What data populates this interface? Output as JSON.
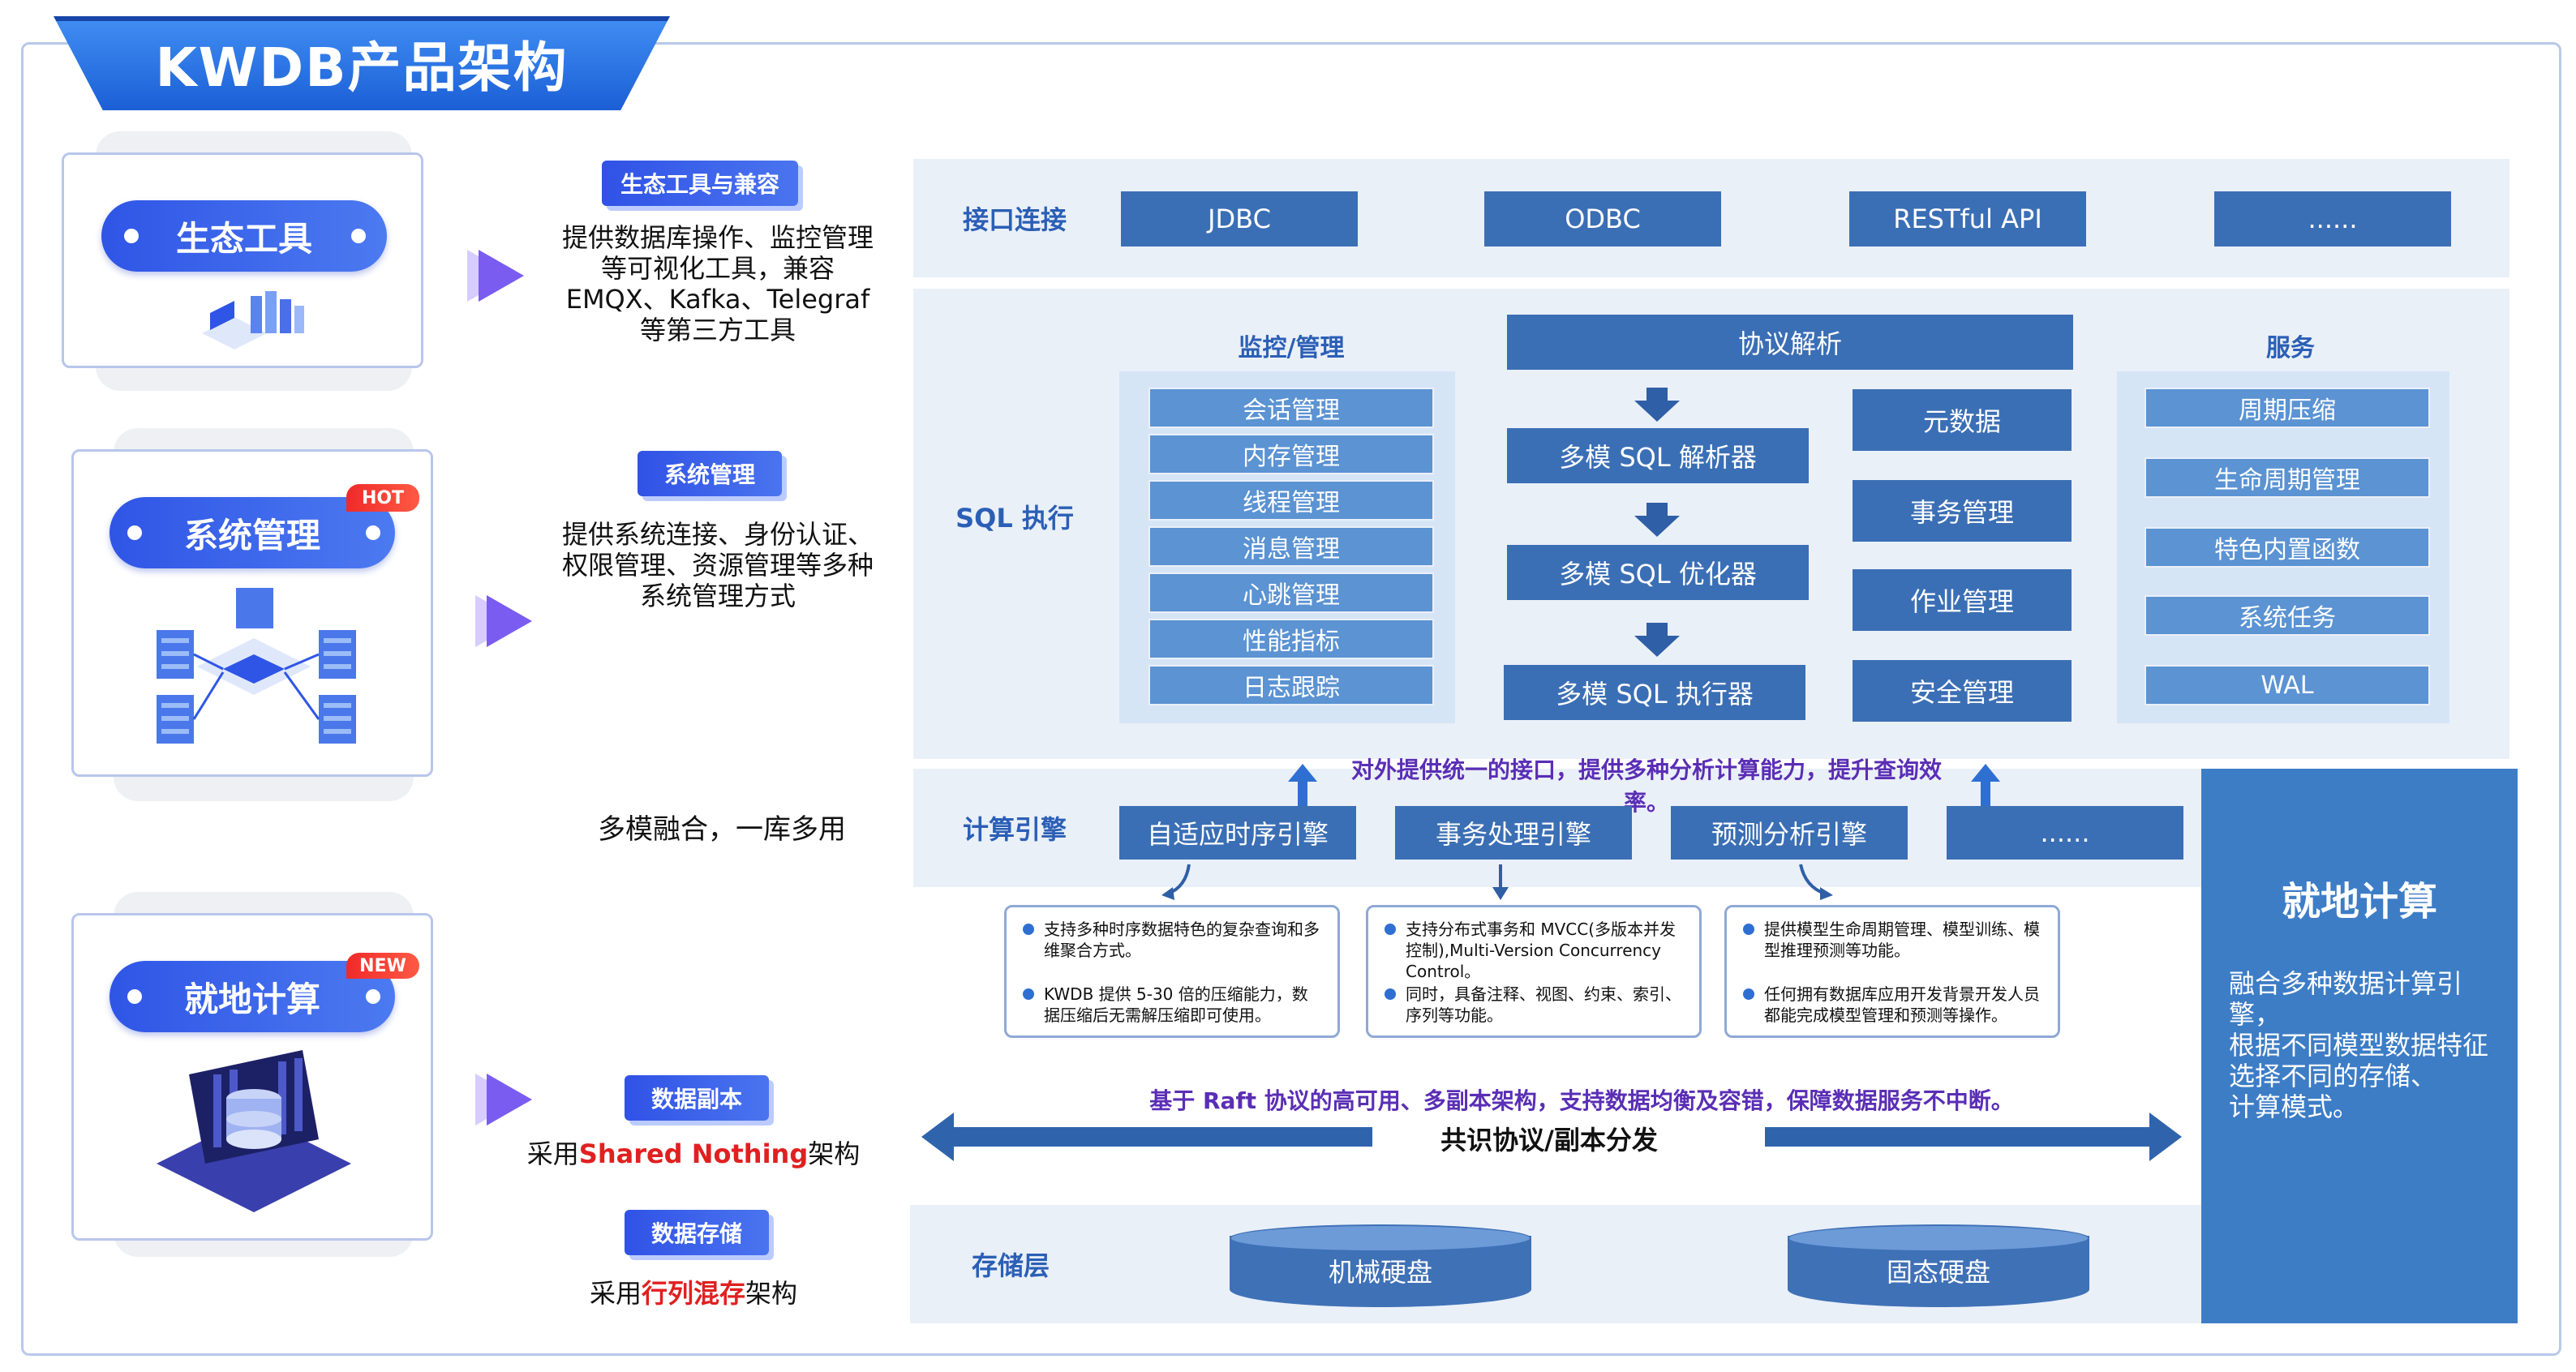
{
  "title": "KWDB产品架构",
  "left_cards": {
    "ecosystem": {
      "label": "生态工具"
    },
    "system": {
      "label": "系统管理",
      "badge": "HOT"
    },
    "edge": {
      "label": "就地计算",
      "badge": "NEW"
    }
  },
  "middle": {
    "ecosystem_tag": "生态工具与兼容",
    "ecosystem_desc": [
      "提供数据库操作、监控管理",
      "等可视化工具，兼容",
      "EMQX、Kafka、Telegraf",
      "等第三方工具"
    ],
    "system_tag": "系统管理",
    "system_desc": [
      "提供系统连接、身份认证、",
      "权限管理、资源管理等多种",
      "系统管理方式"
    ],
    "fusion_text": "多模融合，一库多用",
    "replica_tag": "数据副本",
    "replica_desc": {
      "prefix": "采用",
      "highlight": "Shared Nothing",
      "suffix": "架构"
    },
    "storage_tag": "数据存储",
    "storage_desc": {
      "prefix": "采用",
      "highlight": "行列混存",
      "suffix": "架构"
    }
  },
  "interface": {
    "label": "接口连接",
    "items": [
      "JDBC",
      "ODBC",
      "RESTful API",
      "......"
    ]
  },
  "sql": {
    "label": "SQL 执行",
    "monitor": {
      "title": "监控/管理",
      "items": [
        "会话管理",
        "内存管理",
        "线程管理",
        "消息管理",
        "心跳管理",
        "性能指标",
        "日志跟踪"
      ]
    },
    "protocol": "协议解析",
    "pipeline": [
      "多模 SQL 解析器",
      "多模 SQL 优化器",
      "多模 SQL 执行器"
    ],
    "side": [
      "元数据",
      "事务管理",
      "作业管理",
      "安全管理"
    ],
    "service": {
      "title": "服务",
      "items": [
        "周期压缩",
        "生命周期管理",
        "特色内置函数",
        "系统任务",
        "WAL"
      ]
    }
  },
  "compute": {
    "label": "计算引擎",
    "banner": "对外提供统一的接口，提供多种分析计算能力，提升查询效率。",
    "engines": [
      "自适应时序引擎",
      "事务处理引擎",
      "预测分析引擎",
      "......"
    ],
    "notes": [
      [
        "支持多种时序数据特色的复杂查询和多维聚合方式。",
        "KWDB 提供 5-30 倍的压缩能力，数据压缩后无需解压缩即可使用。"
      ],
      [
        "支持分布式事务和 MVCC(多版本并发控制),Multi-Version Concurrency Control。",
        "同时，具备注释、视图、约束、索引、序列等功能。"
      ],
      [
        "提供模型生命周期管理、模型训练、模型推理预测等功能。",
        "任何拥有数据库应用开发背景开发人员都能完成模型管理和预测等操作。"
      ]
    ]
  },
  "consensus": {
    "banner": "基于 Raft 协议的高可用、多副本架构，支持数据均衡及容错，保障数据服务不中断。",
    "label": "共识协议/副本分发"
  },
  "storage": {
    "label": "存储层",
    "items": [
      "机械硬盘",
      "固态硬盘"
    ]
  },
  "edge_compute": {
    "title": "就地计算",
    "desc": [
      "融合多种数据计算引擎，",
      "根据不同模型数据特征",
      "选择不同的存储、",
      "计算模式。"
    ]
  },
  "colors": {
    "primary": "#3b6fb5",
    "accent": "#2f55e6",
    "highlight": "#e02020",
    "panel": "#eaf0f8"
  }
}
